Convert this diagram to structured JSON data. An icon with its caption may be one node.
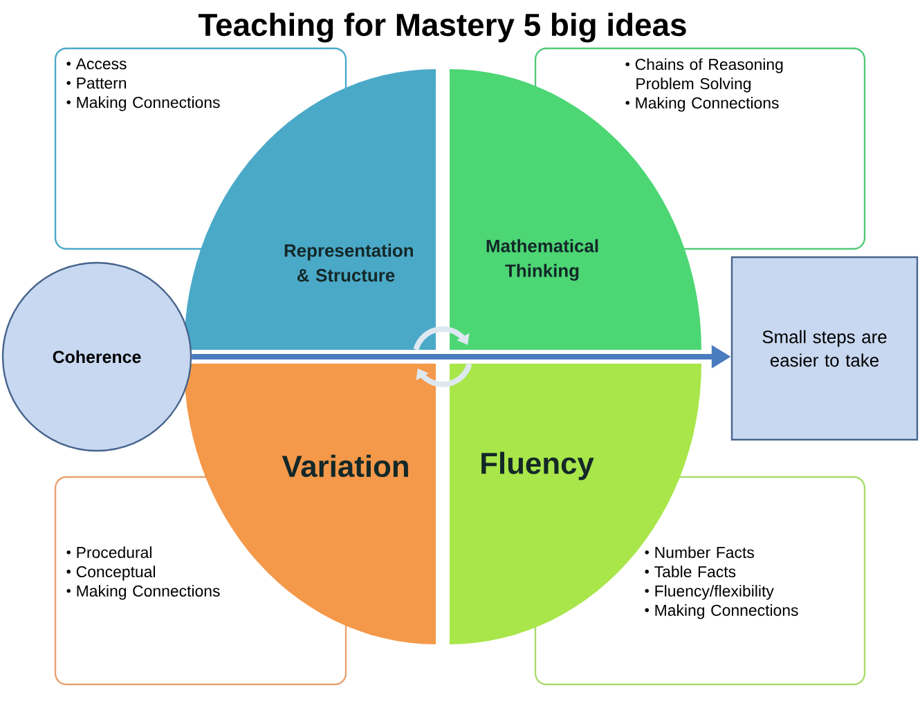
{
  "diagram": {
    "title": "Teaching for Mastery 5 big ideas",
    "nodes": [
      {
        "text": [
          "Coherence"
        ]
      },
      {
        "text": [
          "Small steps are easier to take"
        ]
      },
      {
        "text": [
          "Representation & Structure"
        ]
      },
      {
        "text": [
          "Mathematical Thinking"
        ]
      },
      {
        "text": [
          "Variation"
        ]
      },
      {
        "text": [
          "Fluency"
        ]
      },
      {
        "text": [
          "Access",
          "Pattern",
          "Making Connections"
        ]
      },
      {
        "text": [
          "Chains of Reasoning Problem Solving",
          "Making Connections"
        ]
      },
      {
        "text": [
          "Procedural",
          "Conceptual",
          "Making Connections"
        ]
      },
      {
        "text": [
          "Number Facts",
          "Table Facts",
          "Fluency/flexibility",
          "Making Connections"
        ]
      }
    ],
    "edges": [
      {
        "from": 0,
        "to": 1,
        "arrow": "to"
      }
    ]
  }
}
